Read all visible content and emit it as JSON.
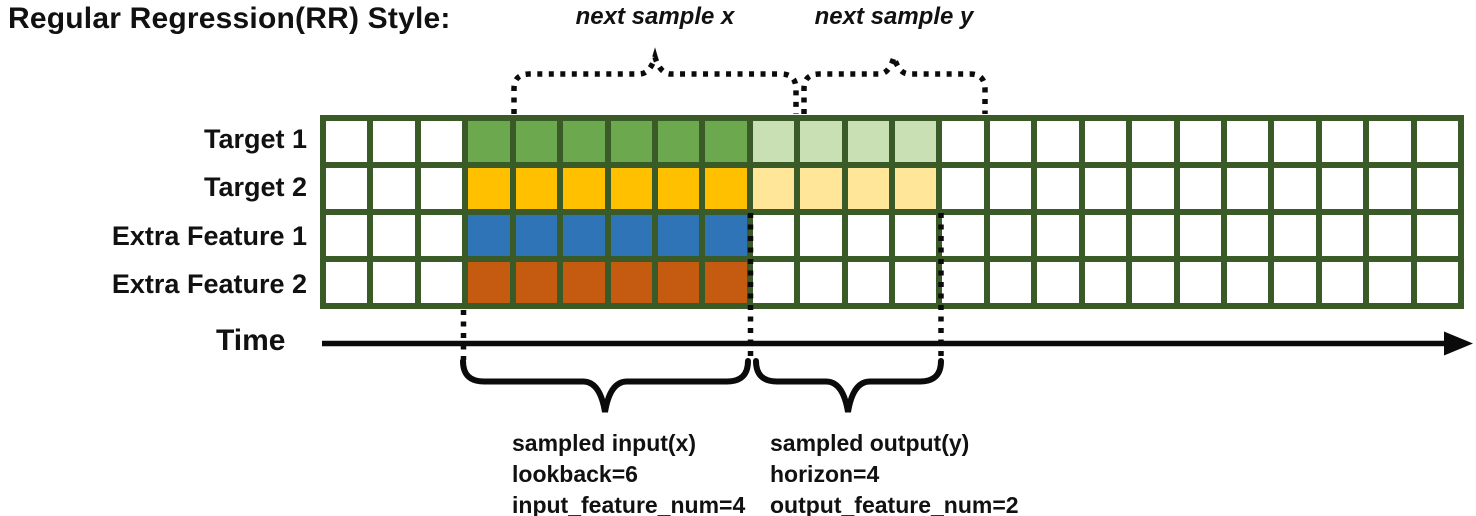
{
  "title": "Regular Regression(RR) Style:",
  "annotations": {
    "next_sample_x": "next sample x",
    "next_sample_y": "next sample y"
  },
  "time_axis": {
    "label": "Time"
  },
  "grid": {
    "columns": 24,
    "row_count": 4,
    "input_start_col": 3,
    "input_cols": 6,
    "output_cols": 4,
    "border_color": "#3A5A28",
    "empty_color": "#FFFFFF",
    "rows": [
      {
        "label": "Target 1",
        "input_color": "#6CA84D",
        "output_color": "#C8E0B4"
      },
      {
        "label": "Target 2",
        "input_color": "#FFC000",
        "output_color": "#FFE699"
      },
      {
        "label": "Extra Feature 1",
        "input_color": "#2E74B6",
        "output_color": "#FFFFFF"
      },
      {
        "label": "Extra Feature 2",
        "input_color": "#C45B11",
        "output_color": "#FFFFFF"
      }
    ]
  },
  "input_annotation": {
    "lines": [
      "sampled input(x)",
      "lookback=6",
      "input_feature_num=4"
    ]
  },
  "output_annotation": {
    "lines": [
      "sampled output(y)",
      "horizon=4",
      "output_feature_num=2"
    ]
  }
}
